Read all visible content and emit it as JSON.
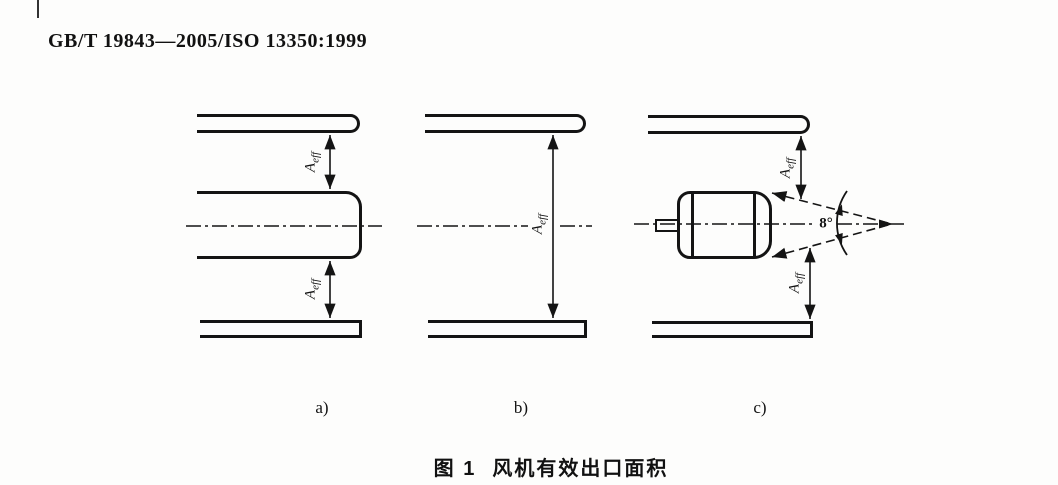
{
  "page": {
    "header": "GB/T 19843—2005/ISO 13350:1999",
    "caption_label": "图 1",
    "caption_text": "风机有效出口面积"
  },
  "labels": {
    "area_symbol": "A",
    "area_subscript": "eff",
    "angle": "8°",
    "panel_a": "a)",
    "panel_b": "b)",
    "panel_c": "c)"
  },
  "colors": {
    "ink": "#141414",
    "paper": "#fdfdfc"
  }
}
